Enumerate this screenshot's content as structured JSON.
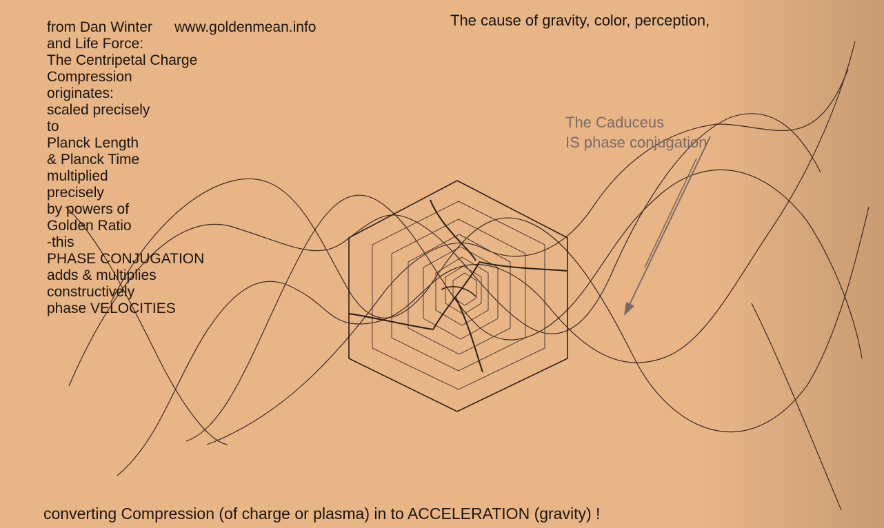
{
  "header": {
    "author": "from Dan Winter",
    "site": "www.goldenmean.info",
    "subtitle": "The cause of gravity, color, perception,"
  },
  "left_column_lines": [
    "and Life Force:",
    "The Centripetal Charge",
    "Compression",
    "originates:",
    "scaled precisely",
    "to",
    "Planck Length",
    "& Planck Time",
    "multiplied",
    "precisely",
    "by powers of",
    "Golden Ratio",
    "-this",
    "PHASE CONJUGATION",
    "adds & multiplies",
    "constructively",
    "phase VELOCITIES"
  ],
  "bottom_line": "converting Compression (of charge or plasma) in to ACCELERATION  (gravity) !",
  "annotation": {
    "line1": "The Caduceus",
    "line2": "IS phase conjugation"
  },
  "colors": {
    "paper": "#e8b586",
    "ink": "#1a1411",
    "annotation_gray": "#7a6a66"
  }
}
